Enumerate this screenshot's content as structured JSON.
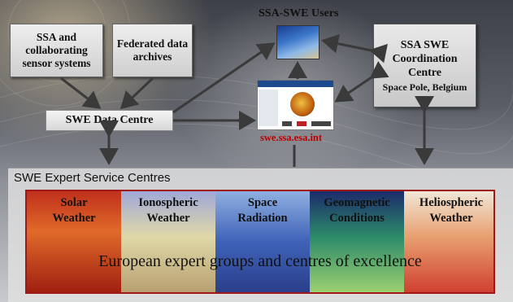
{
  "users": {
    "label": "SSA-SWE Users"
  },
  "boxes": {
    "sensor_line1": "SSA and",
    "sensor_line2": "collaborating",
    "sensor_line3": "sensor systems",
    "archive_line1": "Federated data",
    "archive_line2": "archives",
    "data_centre": "SWE Data Centre",
    "coord_line1": "SSA SWE",
    "coord_line2": "Coordination",
    "coord_line3": "Centre",
    "coord_sub": "Space Pole, Belgium"
  },
  "portal": {
    "url": "swe.ssa.esa.int"
  },
  "expert": {
    "title": "SWE Expert Service Centres",
    "categories": [
      {
        "line1": "Solar",
        "line2": "Weather"
      },
      {
        "line1": "Ionospheric",
        "line2": "Weather"
      },
      {
        "line1": "Space",
        "line2": "Radiation"
      },
      {
        "line1": "Geomagnetic",
        "line2": "Conditions"
      },
      {
        "line1": "Heliospheric",
        "line2": "Weather"
      }
    ],
    "footer": "European expert groups and centres of excellence"
  },
  "colors": {
    "url": "#c00000",
    "strip_border": "#a01818",
    "arrow": "#3a3a3a"
  }
}
